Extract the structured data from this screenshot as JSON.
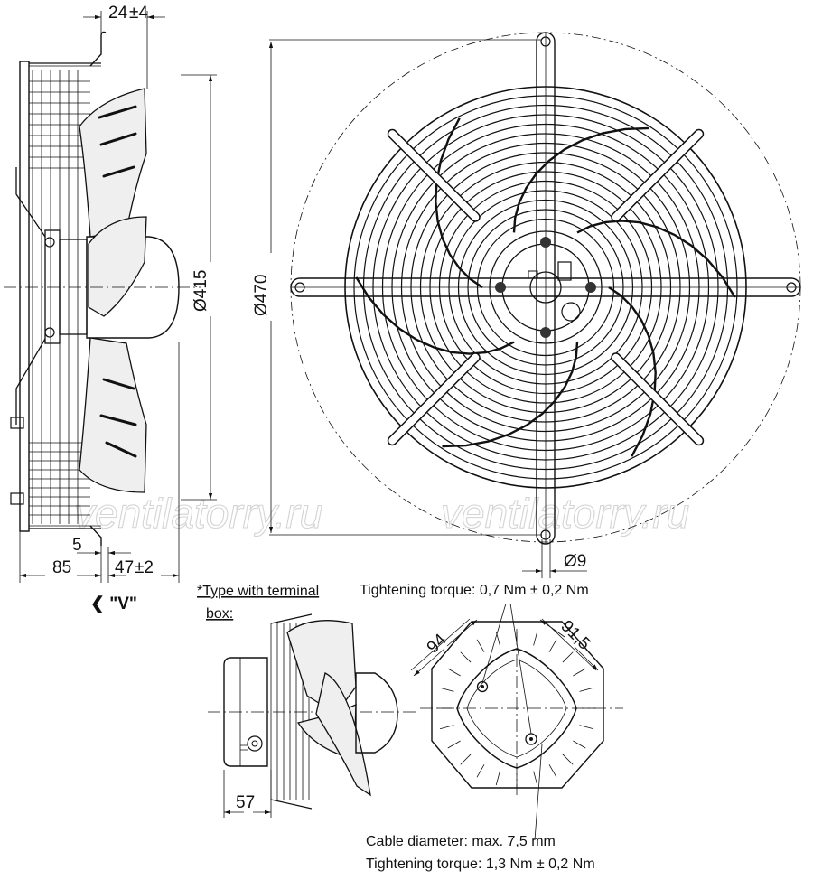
{
  "side_view": {
    "dim_top": "24",
    "dim_top_tol": "±4",
    "dim_dia_415": "Ø415",
    "dim_5": "5",
    "dim_85": "85",
    "dim_47": "47",
    "dim_47_tol": "±2",
    "view_marker": "❮ \"V\""
  },
  "front_view": {
    "dim_dia_470": "Ø470",
    "dim_hole": "Ø9"
  },
  "terminal_box_view": {
    "note_line1": "*Type with terminal",
    "note_line2": "box:",
    "dim_57": "57"
  },
  "rotor_view": {
    "torque_top": "Tightening torque: 0,7 Nm ± 0,2 Nm",
    "dim_94": "94",
    "dim_91_5": "91,5",
    "cable_note": "Cable diameter: max. 7,5 mm",
    "torque_bottom": "Tightening torque: 1,3 Nm ± 0,2 Nm"
  },
  "watermarks": [
    "ventilatorry.ru",
    "ventilatorry.ru"
  ]
}
